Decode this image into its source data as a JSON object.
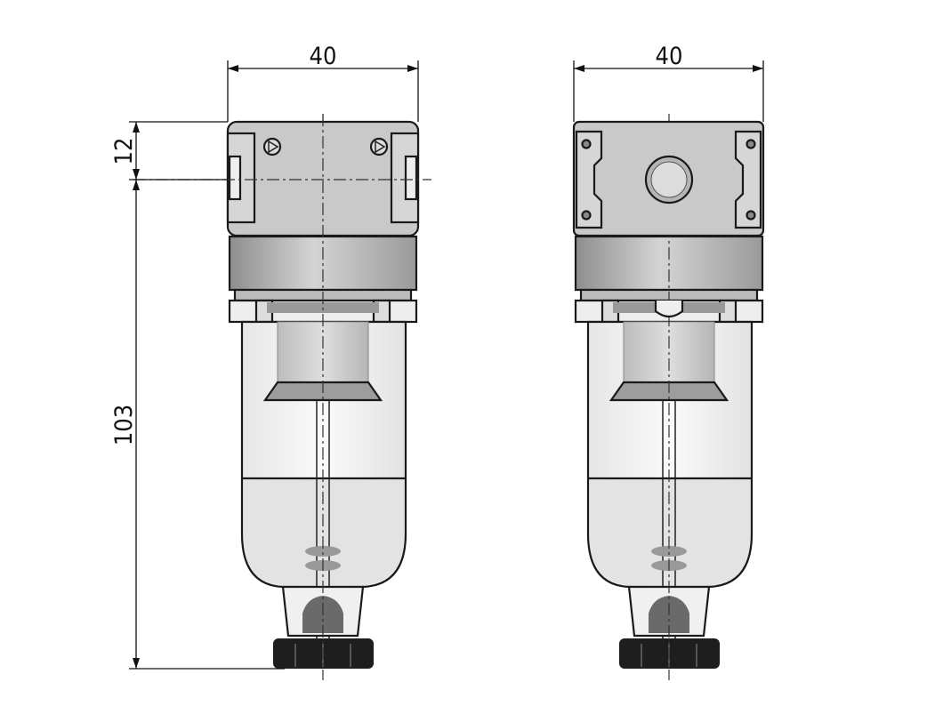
{
  "dimensions": {
    "left_width": "40",
    "right_width": "40",
    "head_height": "12",
    "body_height": "103"
  },
  "colors": {
    "body_gray": "#c9c9c9",
    "collar_gray": "#a8a8a8",
    "bowl": "#f2f2f2",
    "knob": "#1e1e1e"
  }
}
